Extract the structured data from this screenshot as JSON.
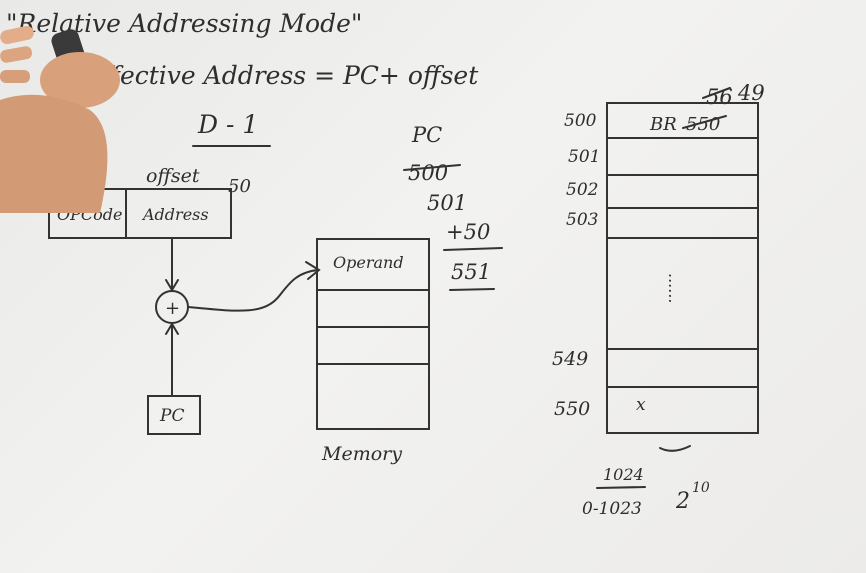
{
  "title": "\"Relative Addressing Mode\"",
  "formula": {
    "arrow": "->",
    "text": "Effective Address = PC+ offset"
  },
  "heading": "D - 1",
  "instruction": {
    "offset_label": "offset",
    "offset_value": "50",
    "fields": [
      "OPCode",
      "Address"
    ]
  },
  "adder_symbol": "+",
  "pc_box_label": "PC",
  "memory": {
    "cells": [
      "Operand",
      "",
      "",
      ""
    ],
    "label": "Memory"
  },
  "pc_calc": {
    "label": "PC",
    "struck_value": "500",
    "value": "501",
    "add": "+50",
    "result": "551"
  },
  "address_table": {
    "top_struck": "56",
    "top_value": "49",
    "rows": [
      {
        "addr": "500",
        "content": "BR",
        "content_struck": "550"
      },
      {
        "addr": "501",
        "content": ""
      },
      {
        "addr": "502",
        "content": ""
      },
      {
        "addr": "503",
        "content": ""
      },
      {
        "addr": "",
        "content": "......"
      },
      {
        "addr": "549",
        "content": ""
      },
      {
        "addr": "550",
        "content": "x"
      }
    ]
  },
  "bottom_notes": {
    "size": "1024",
    "range": "0-1023",
    "power": "2",
    "exponent": "10"
  },
  "colors": {
    "ink": "#333333",
    "board": "#eeeeec",
    "skin": "#d9a07c"
  }
}
